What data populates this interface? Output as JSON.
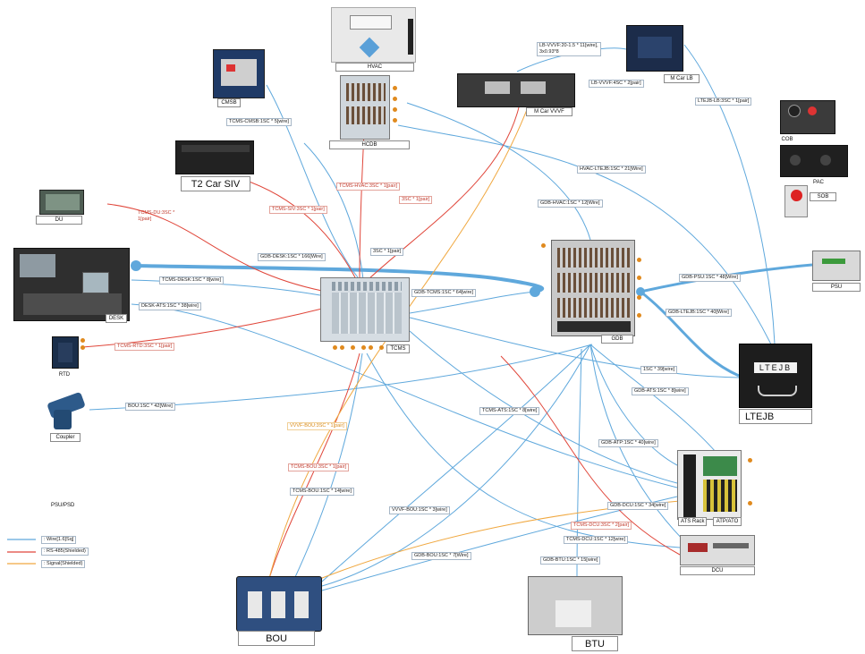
{
  "devices": {
    "hvac": "HVAC",
    "cmsb": "CMSB",
    "hcdb": "HCDB",
    "t2_car_siv": "T2 Car SIV",
    "du": "DU",
    "desk": "DESK",
    "rtd": "RTD",
    "coupler": "Coupler",
    "tcms": "TCMS",
    "gdb": "GDB",
    "m_car_vvvf": "M Car VVVF",
    "m_car_lb": "M Car LB",
    "cob": "COB",
    "pac": "PAC",
    "sob": "SOB",
    "psu": "PSU",
    "ltejb": "LTEJB",
    "ats_rack": "ATS Rack",
    "atp_ato": "ATP/ATO",
    "dcu": "DCU",
    "btu": "BTU",
    "bou": "BOU",
    "psu_psd": "PSU/PSD"
  },
  "device_text": {
    "ltejb_plate": "LTEJB"
  },
  "wire_labels": {
    "lb_vvvf_top": "LB-VVVF:20-1.5 * 11[wire],",
    "lb_vvvf_top2": "3x0.93*8",
    "lb_vvvf_4sc": "LB-VVVF:4SC * 2[pair]",
    "ltejb_lb": "LTEJB-LB:3SC * 1[pair]",
    "tcms_cmsb": "TCMS-CMSB:1SC * 5[wire]",
    "hvac_ltejb": "HVAC-LTEJB:1SC * 21[Wire]",
    "tcms_hvac": "TCMS-HVAC:3SC * 1[pair]",
    "tcms_siv": "TCMS-SIV:3SC * 1[pair]",
    "three_sc_1": "3SC * 1[pair]",
    "gdb_hvac": "GDB-HVAC:1SC * 12[Wire]",
    "tcms_du": "TCMS-DU:3SC *",
    "tcms_du2": "1[pair]",
    "three_sc_2": "3SC * 1[pair]",
    "gdb_desk": "GDB-DESK:1SC * 166[Wire]",
    "gdb_psu": "GDB-PSU:1SC * 48[Wire]",
    "tcms_desk": "TCMS-DESK:1SC * 8[wire]",
    "gdb_tcms": "GDB-TCMS:1SC * 64[wire]",
    "desk_ats": "DESK-ATS:1SC * 38[wire]",
    "gdb_ltejb": "GDB-LTEJB:1SC * 40[Wire]",
    "tcms_rtd": "TCMS-RTD:3SC * 1[pair]",
    "one_sc_39": "1SC * 39[wire]",
    "gdb_ats": "GDB-ATS:1SC * 8[wire]",
    "bou_42": "BOU:1SC * 42[Wire]",
    "tcms_ats": "TCMS-ATS:1SC * 8[wire]",
    "vvvf_bou": "VVVF-BOU:3SC * 1[pair]",
    "gdb_atp": "GDB-ATP:1SC * 40[wire]",
    "tcms_bou_red": "TCMS-BOU:3SC * 1[pair]",
    "tcms_bou": "TCMS-BOU:1SC * 14[wire]",
    "gdb_dcu": "GDB-DCU:1SC * 34[wire]",
    "vvvf_bou_wire": "VVVF-BOU:1SC * 3[wire]",
    "tcms_dcu_red": "TCMS-DCU:3SC * 2[pair]",
    "tcms_dcu": "TCMS-DCU:1SC * 12[wire]",
    "gdb_bou": "GDB-BOU:1SC * 7[Wire]",
    "gdb_btu": "GDB-BTU:1SC * 15[wire]"
  },
  "legend": {
    "items": [
      {
        "text": ": Wire[1.6]Sq]",
        "color": "#5fa8dc"
      },
      {
        "text": ": RS-485(Shielded)",
        "color": "#e0463a"
      },
      {
        "text": ": Signal(Shielded)",
        "color": "#f0a840"
      }
    ]
  },
  "colors": {
    "wire": "#5fa8dc",
    "rs485": "#e0463a",
    "signal": "#f0a840",
    "port": "#e08a1e"
  }
}
